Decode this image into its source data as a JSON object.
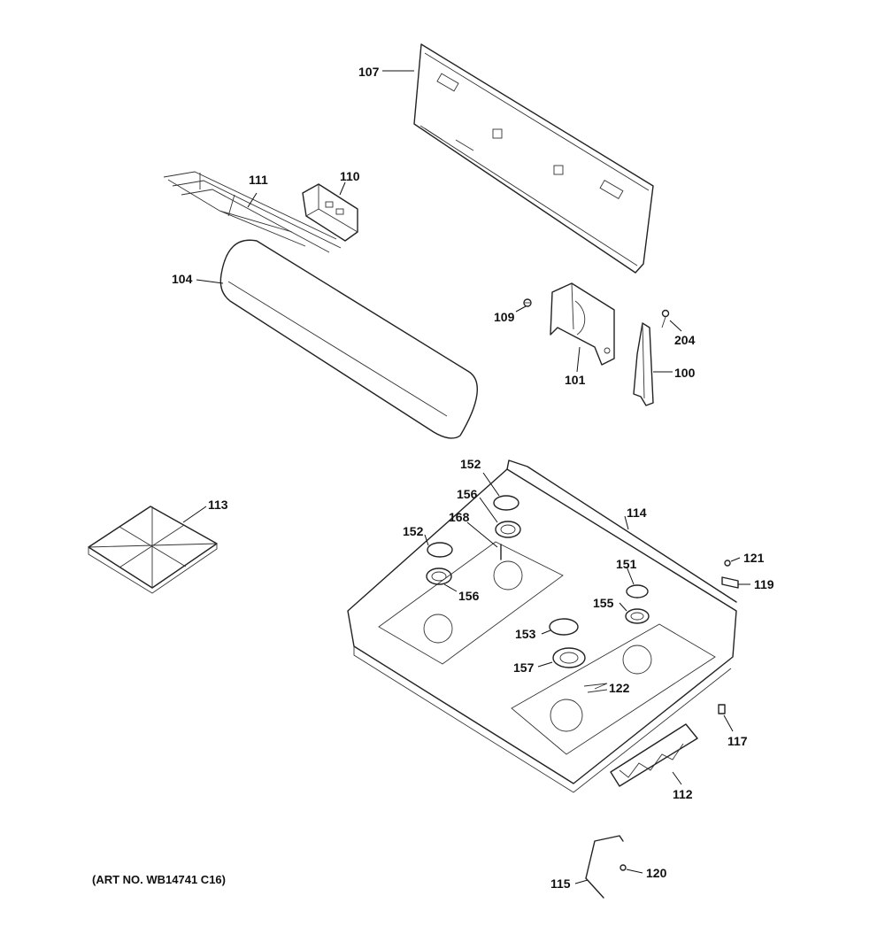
{
  "diagram": {
    "art_number": "(ART NO. WB14741 C16)",
    "parts": [
      {
        "id": "p107",
        "label": "107"
      },
      {
        "id": "p111",
        "label": "111"
      },
      {
        "id": "p110",
        "label": "110"
      },
      {
        "id": "p104",
        "label": "104"
      },
      {
        "id": "p109",
        "label": "109"
      },
      {
        "id": "p204",
        "label": "204"
      },
      {
        "id": "p101",
        "label": "101"
      },
      {
        "id": "p100",
        "label": "100"
      },
      {
        "id": "p113",
        "label": "113"
      },
      {
        "id": "p152a",
        "label": "152"
      },
      {
        "id": "p156a",
        "label": "156"
      },
      {
        "id": "p114",
        "label": "114"
      },
      {
        "id": "p152b",
        "label": "152"
      },
      {
        "id": "p168",
        "label": "168"
      },
      {
        "id": "p121",
        "label": "121"
      },
      {
        "id": "p151",
        "label": "151"
      },
      {
        "id": "p119",
        "label": "119"
      },
      {
        "id": "p156b",
        "label": "156"
      },
      {
        "id": "p155",
        "label": "155"
      },
      {
        "id": "p153",
        "label": "153"
      },
      {
        "id": "p157",
        "label": "157"
      },
      {
        "id": "p122",
        "label": "122"
      },
      {
        "id": "p117",
        "label": "117"
      },
      {
        "id": "p112",
        "label": "112"
      },
      {
        "id": "p115",
        "label": "115"
      },
      {
        "id": "p120",
        "label": "120"
      }
    ]
  }
}
